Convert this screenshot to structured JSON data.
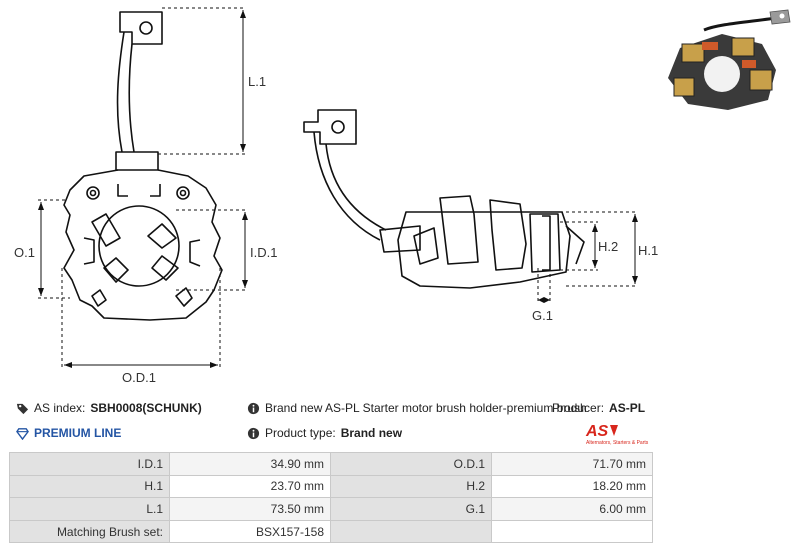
{
  "drawing": {
    "front_labels": {
      "l1": "L.1",
      "o1": "O.1",
      "id1": "I.D.1",
      "od1": "O.D.1"
    },
    "side_labels": {
      "h2": "H.2",
      "h1": "H.1",
      "g1": "G.1"
    }
  },
  "info": {
    "as_index_label": "AS index:",
    "as_index_value": "SBH0008(SCHUNK)",
    "premium_line": "PREMIUM LINE",
    "description": "Brand new AS-PL Starter motor brush holder-premium brush",
    "producer_label": "Producer:",
    "producer_value": "AS-PL",
    "product_type_label": "Product type:",
    "product_type_value": "Brand new"
  },
  "logo": {
    "text": "AS",
    "tagline": "Alternators, Starters & Parts",
    "color": "#d8261c"
  },
  "specs": [
    {
      "k1": "I.D.1",
      "v1": "34.90 mm",
      "k2": "O.D.1",
      "v2": "71.70 mm"
    },
    {
      "k1": "H.1",
      "v1": "23.70 mm",
      "k2": "H.2",
      "v2": "18.20 mm"
    },
    {
      "k1": "L.1",
      "v1": "73.50 mm",
      "k2": "G.1",
      "v2": "6.00 mm"
    },
    {
      "k1": "Matching Brush set:",
      "v1": "BSX157-158",
      "k2": "",
      "v2": ""
    }
  ],
  "colors": {
    "premium": "#2455a4",
    "header_cell": "#e2e2e2",
    "line": "#111111"
  }
}
